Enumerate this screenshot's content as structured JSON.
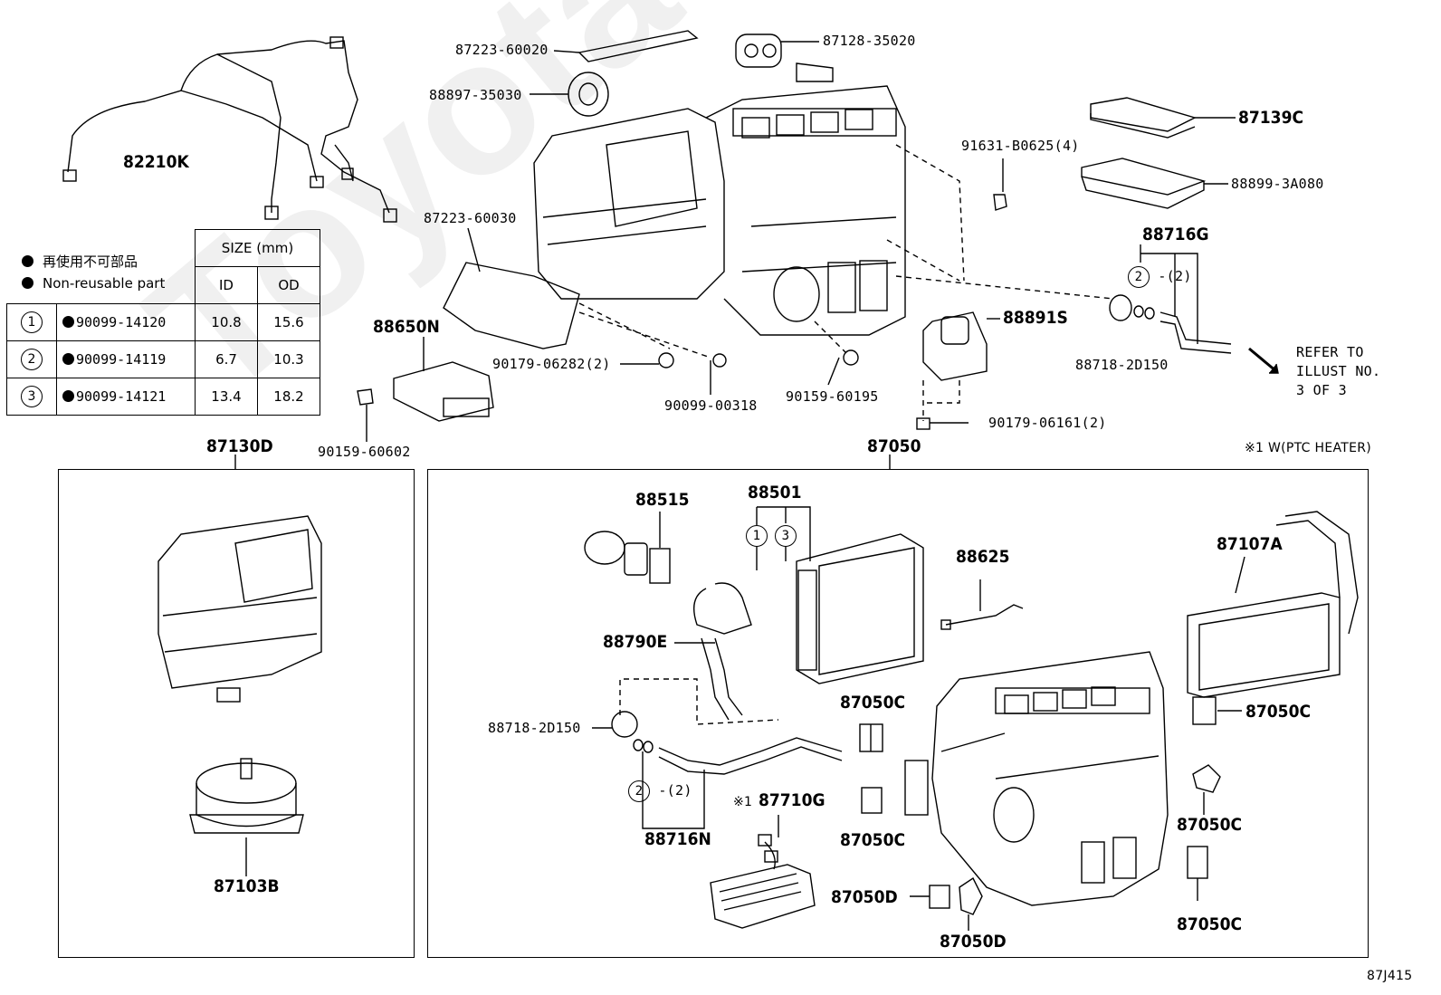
{
  "watermark": "ToyotaCarWiner.ru",
  "diagram_id": "87J415",
  "legend": {
    "jp": "再使用不可部品",
    "en": "Non-reusable part"
  },
  "size_table": {
    "header": "SIZE (mm)",
    "col_id": "ID",
    "col_od": "OD",
    "rows": [
      {
        "mark": "1",
        "part": "90099-14120",
        "id": "10.8",
        "od": "15.6"
      },
      {
        "mark": "2",
        "part": "90099-14119",
        "id": "6.7",
        "od": "10.3"
      },
      {
        "mark": "3",
        "part": "90099-14121",
        "id": "13.4",
        "od": "18.2"
      }
    ]
  },
  "note_ptc": "※1 W(PTC HEATER)",
  "refer_note": [
    "REFER TO",
    "ILLUST NO.",
    "3 OF 3"
  ],
  "labels": {
    "p82210K": "82210K",
    "p87223_60020": "87223-60020",
    "p87128_35020": "87128-35020",
    "p88897_35030": "88897-35030",
    "p87139C": "87139C",
    "p91631": "91631-B0625(4)",
    "p88899": "88899-3A080",
    "p87223_60030": "87223-60030",
    "p88716G": "88716G",
    "p2x2_top": "-(2)",
    "p88891S": "88891S",
    "p88718_top": "88718-2D150",
    "p88650N": "88650N",
    "p90179_06282": "90179-06282(2)",
    "p90099_00318": "90099-00318",
    "p90159_60195": "90159-60195",
    "p90159_60602": "90159-60602",
    "p90179_06161": "90179-06161(2)",
    "p87130D": "87130D",
    "p87050": "87050",
    "p87103B": "87103B",
    "p88515": "88515",
    "p88501": "88501",
    "p88625": "88625",
    "p87107A": "87107A",
    "p88790E": "88790E",
    "p88718_bot": "88718-2D150",
    "p2x2_bot": "-(2)",
    "p88716N": "88716N",
    "p87710G": "87710G",
    "p87710G_mark": "※1",
    "p87050C_1": "87050C",
    "p87050C_2": "87050C",
    "p87050C_3": "87050C",
    "p87050C_4": "87050C",
    "p87050C_5": "87050C",
    "p87050D_1": "87050D",
    "p87050D_2": "87050D"
  }
}
